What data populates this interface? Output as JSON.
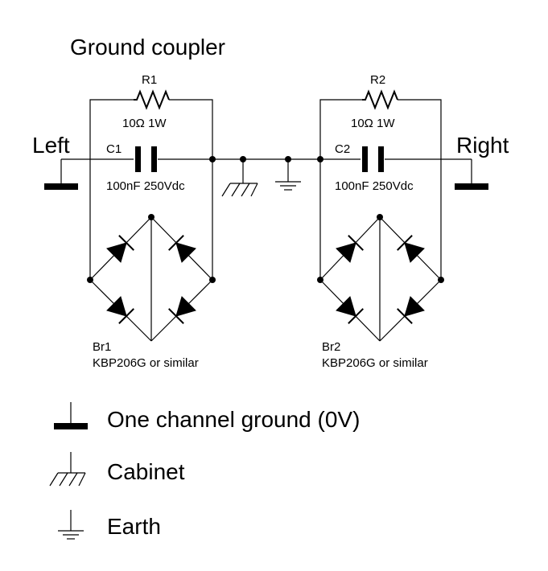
{
  "title": "Ground coupler",
  "left_label": "Left",
  "right_label": "Right",
  "components": {
    "r1": {
      "ref": "R1",
      "value": "10Ω 1W"
    },
    "r2": {
      "ref": "R2",
      "value": "10Ω 1W"
    },
    "c1": {
      "ref": "C1",
      "value": "100nF 250Vdc"
    },
    "c2": {
      "ref": "C2",
      "value": "100nF 250Vdc"
    },
    "br1": {
      "ref": "Br1",
      "part": "KBP206G or similar"
    },
    "br2": {
      "ref": "Br2",
      "part": "KBP206G or similar"
    }
  },
  "legend": [
    {
      "symbol": "channel-ground-icon",
      "label": "One channel ground (0V)"
    },
    {
      "symbol": "cabinet-ground-icon",
      "label": "Cabinet"
    },
    {
      "symbol": "earth-ground-icon",
      "label": "Earth"
    }
  ]
}
